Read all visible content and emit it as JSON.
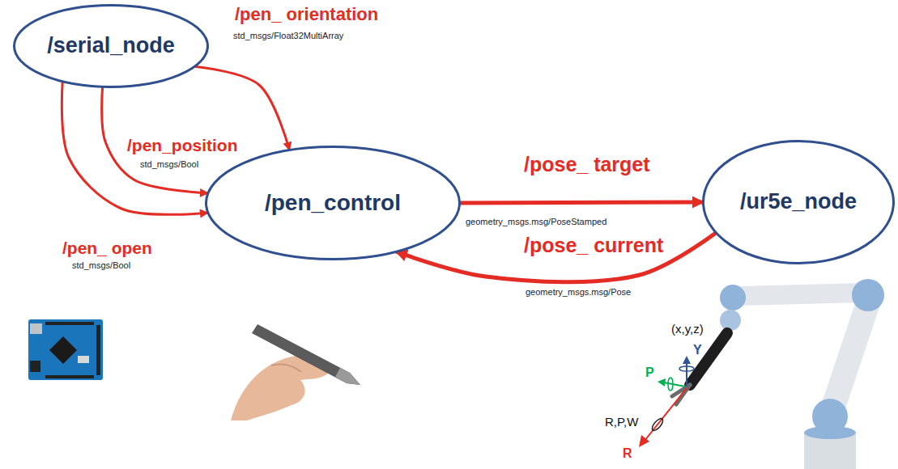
{
  "diagram": {
    "nodes": [
      {
        "text": [
          "/serial_node"
        ]
      },
      {
        "text": [
          "/pen_control"
        ]
      },
      {
        "text": [
          "/ur5e_node"
        ]
      }
    ],
    "edges": [
      {
        "from": 0,
        "to": 1,
        "arrow": "to",
        "label": "/pen_ orientation"
      },
      {
        "from": 0,
        "to": 1,
        "arrow": "to",
        "label": "/pen_position"
      },
      {
        "from": 0,
        "to": 1,
        "arrow": "to",
        "label": "/pen_ open"
      },
      {
        "from": 1,
        "to": 2,
        "arrow": "to",
        "label": "/pose_ target"
      },
      {
        "from": 2,
        "to": 1,
        "arrow": "to",
        "label": "/pose_ current"
      }
    ],
    "labels": [
      "std_msgs/Float32MultiArray",
      "std_msgs/Bool",
      "std_msgs/Bool",
      "geometry_msgs.msg/PoseStamped",
      "geometry_msgs.msg/Pose",
      "(x,y,z)",
      "Y",
      "P",
      "R,P,W",
      "R"
    ]
  }
}
